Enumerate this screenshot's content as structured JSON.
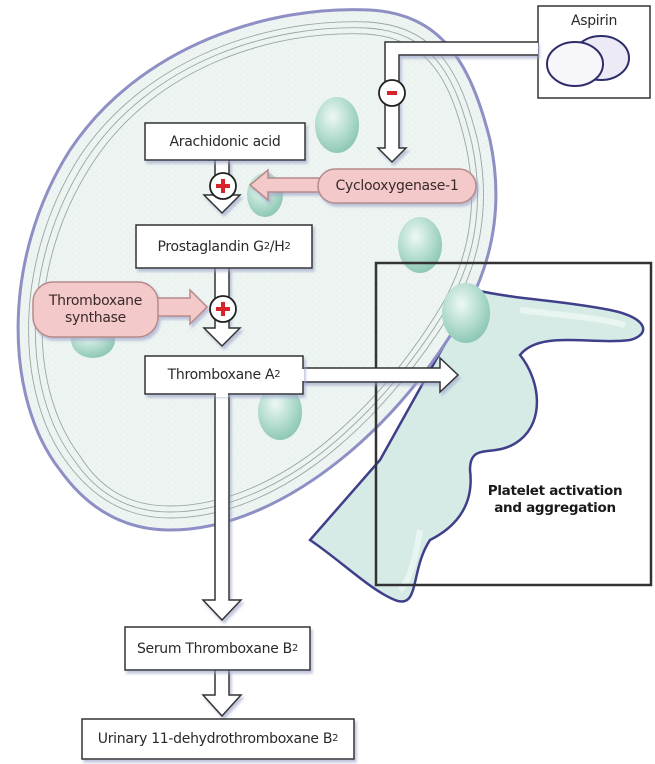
{
  "diagram": {
    "title": "Aspirin inhibition of thromboxane synthesis in platelets",
    "drug": {
      "label": "Aspirin",
      "icon": "aspirin-tablets-icon"
    },
    "inhibition_symbol": "-",
    "stimulation_symbol": "+",
    "nodes": {
      "arachidonic_acid": "Arachidonic acid",
      "prostaglandin": {
        "text": "Prostaglandin G",
        "sub1": "2",
        "mid": "/H",
        "sub2": "2"
      },
      "thromboxane_a2": {
        "text": "Thromboxane A",
        "sub": "2"
      },
      "serum_txb2": {
        "text": "Serum Thromboxane B",
        "sub": "2"
      },
      "urinary": {
        "text": "Urinary 11-dehydrothromboxane B",
        "sub": "2"
      }
    },
    "enzymes": {
      "cox1": "Cyclooxygenase-1",
      "thromboxane_synthase_line1": "Thromboxane",
      "thromboxane_synthase_line2": "synthase"
    },
    "outcome": {
      "line1": "Platelet activation",
      "line2": "and aggregation"
    },
    "colors": {
      "cell_fill": "#eaf3f1",
      "cell_border": "#8e8fc4",
      "pseudopod_border": "#3f3f8a",
      "granule": "#a9d6c9",
      "enzyme_fill": "#f3c9c9",
      "enzyme_border": "#b78a8a",
      "plus_sign": "#d8232a",
      "minus_sign": "#d8232a",
      "box_border": "#333333"
    }
  }
}
